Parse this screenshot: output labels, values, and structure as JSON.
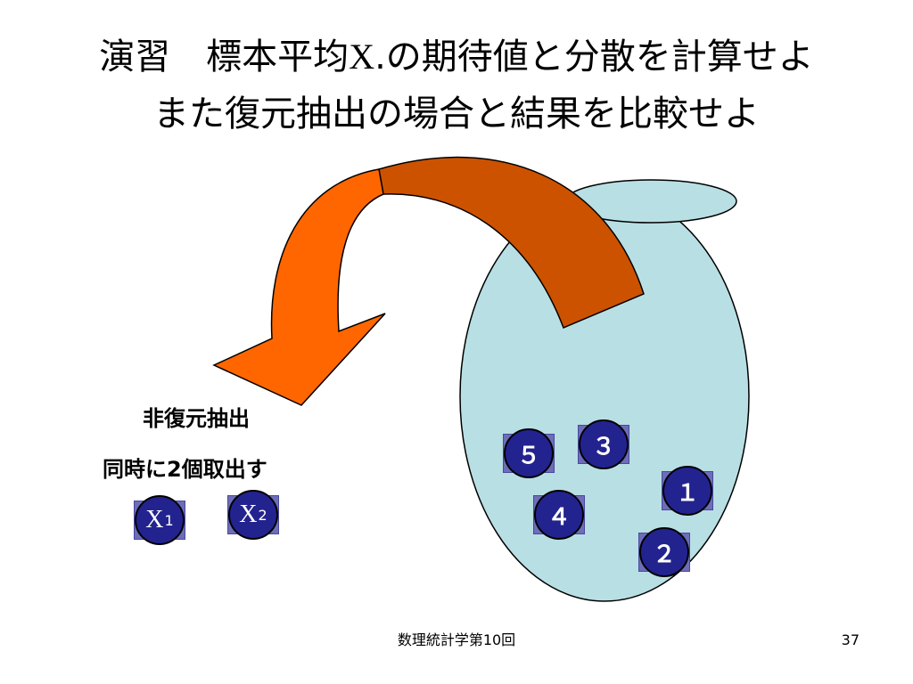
{
  "slide": {
    "title_line1_prefix": "演習　標本平均",
    "title_line1_symbol": "X",
    "title_line1_suffix": ".の期待値と分散を計算せよ",
    "title_line2": "また復元抽出の場合と結果を比較せよ"
  },
  "diagram": {
    "method_label": "非復元抽出",
    "draw_label": "同時に2個取出す",
    "drawn_balls": [
      {
        "symbol": "X",
        "subscript": "1"
      },
      {
        "symbol": "X",
        "subscript": "2"
      }
    ],
    "urn_balls": [
      "５",
      "３",
      "１",
      "４",
      "２"
    ],
    "colors": {
      "urn_fill": "#b8dfe4",
      "arrow_light": "#ff6600",
      "arrow_dark": "#cc5200",
      "ball_fill": "#23238f",
      "ball_square": "#6d6db8"
    }
  },
  "footer": {
    "course": "数理統計学第10回",
    "page": "37"
  }
}
